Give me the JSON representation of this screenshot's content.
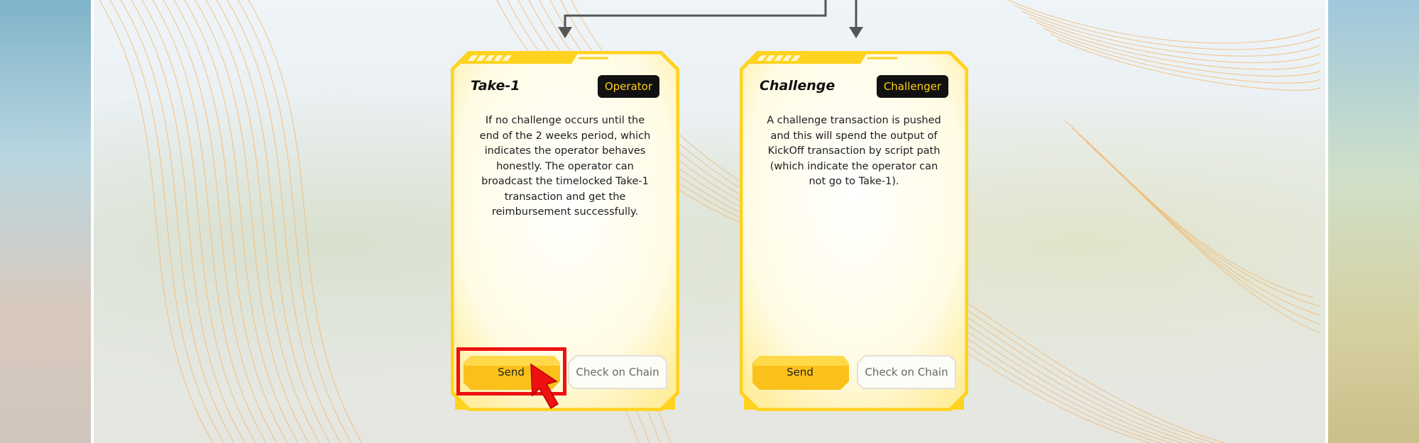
{
  "cards": [
    {
      "title": "Take-1",
      "role": "Operator",
      "description": "If no challenge occurs until the end of the 2 weeks period, which indicates the operator behaves honestly. The operator can broadcast the timelocked Take-1 transaction and get the reimbursement successfully.",
      "send_label": "Send",
      "check_label": "Check on Chain"
    },
    {
      "title": "Challenge",
      "role": "Challenger",
      "description": "A challenge transaction is pushed and this will spend the output of KickOff transaction by script path (which indicate the operator can not go to Take-1).",
      "send_label": "Send",
      "check_label": "Check on Chain"
    }
  ],
  "colors": {
    "card_border": "#ffd21f",
    "card_fill": "#fffbe6",
    "send_button": "#fbc11a",
    "badge_bg": "#111111",
    "badge_text": "#ffce1a",
    "highlight": "#ee1111",
    "connector": "#555555"
  },
  "icons": {
    "pointer": "red-arrow-cursor-icon",
    "connector_arrow": "arrow-down-icon"
  }
}
